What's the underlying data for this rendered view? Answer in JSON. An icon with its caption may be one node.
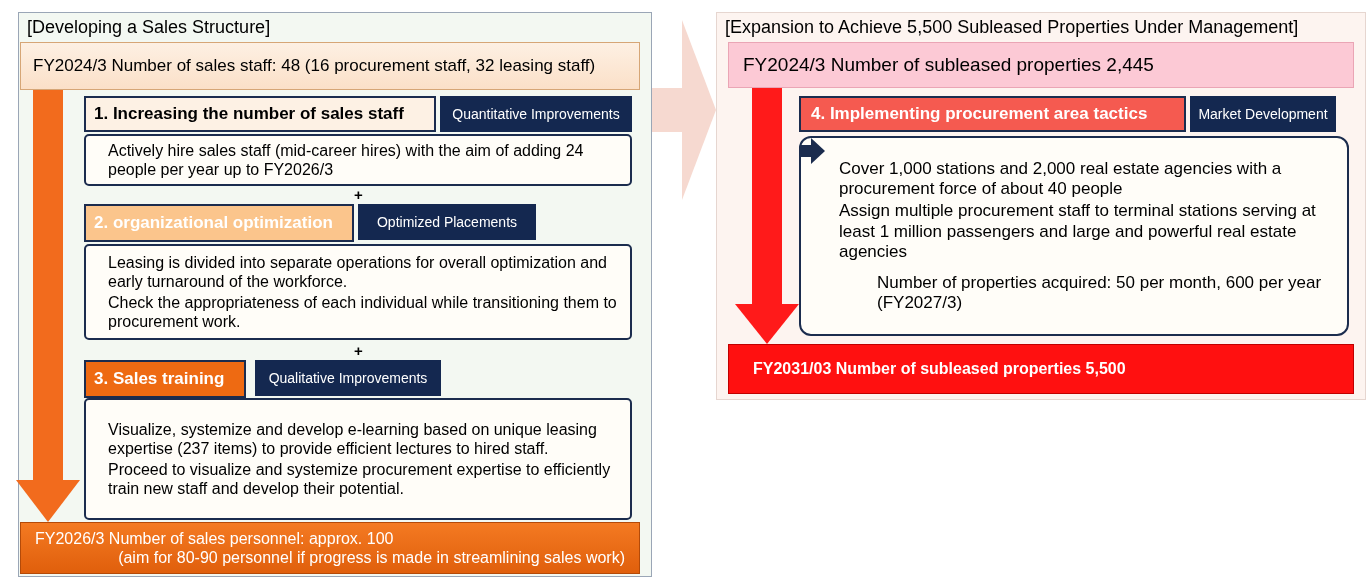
{
  "diagram": {
    "nodes": [
      {
        "text": [
          "[Developing a Sales Structure]"
        ]
      },
      {
        "text": [
          "FY2024/3 Number of sales staff: 48 (16 procurement staff, 32 leasing staff)"
        ],
        "in": 0
      },
      {
        "text": [
          "1. Increasing the number of sales staff"
        ],
        "in": 0
      },
      {
        "text": [
          "Quantitative Improvements"
        ],
        "in": 0
      },
      {
        "text": [
          "Actively hire sales staff (mid-career hires) with the aim of adding 24 people per year up to FY2026/3"
        ],
        "in": 0
      },
      {
        "text": [
          "2. organizational optimization"
        ],
        "in": 0
      },
      {
        "text": [
          "Optimized Placements"
        ],
        "in": 0
      },
      {
        "text": [
          "Leasing is divided into separate operations for overall optimization and early turnaround of the workforce.",
          "Check the appropriateness of each individual while transitioning them to procurement work."
        ],
        "in": 0
      },
      {
        "text": [
          "3. Sales training"
        ],
        "in": 0
      },
      {
        "text": [
          "Qualitative Improvements"
        ],
        "in": 0
      },
      {
        "text": [
          "Visualize, systemize and develop e-learning based on unique leasing expertise (237 items) to provide efficient lectures to hired staff.",
          "Proceed to visualize and systemize procurement expertise to efficiently train new staff and develop their potential."
        ],
        "in": 0
      },
      {
        "text": [
          "FY2026/3 Number of sales personnel: approx. 100",
          "(aim for 80-90 personnel if progress is made in streamlining sales work)"
        ],
        "in": 0
      },
      {
        "text": [
          "[Expansion to Achieve 5,500 Subleased Properties Under Management]"
        ]
      },
      {
        "text": [
          "FY2024/3 Number of subleased properties 2,445"
        ],
        "in": 12
      },
      {
        "text": [
          "4. Implementing procurement area tactics"
        ],
        "in": 12
      },
      {
        "text": [
          "Market Development"
        ],
        "in": 12
      },
      {
        "text": [
          "Cover 1,000 stations and 2,000 real estate agencies with a procurement force of about 40 people",
          "Assign multiple procurement staff to terminal stations serving at least 1 million passengers and large and powerful real estate agencies",
          "Number of properties acquired: 50 per month, 600 per year (FY2027/3)"
        ],
        "in": 12
      },
      {
        "text": [
          "FY2031/03 Number of subleased properties 5,500"
        ],
        "in": 12
      }
    ],
    "edges": [
      {
        "from": 1,
        "to": 11,
        "arrow": "to",
        "color": "#f26b1d"
      },
      {
        "from": 13,
        "to": 17,
        "arrow": "to",
        "color": "#ff1a1a"
      },
      {
        "from": 0,
        "to": 12,
        "arrow": "to",
        "color": "#f6d9d0"
      }
    ],
    "labels": [
      "+",
      "+"
    ]
  }
}
